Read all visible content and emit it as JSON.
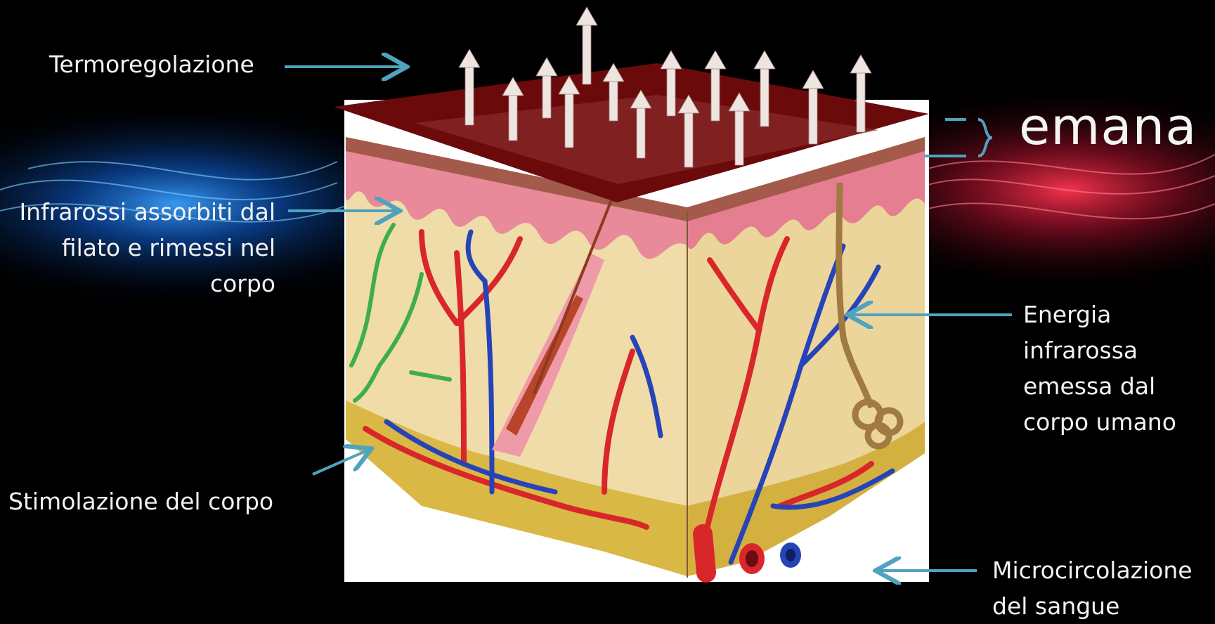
{
  "labels": {
    "termoregolazione": "Termoregolazione",
    "infrarossi": [
      "Infrarossi assorbiti dal",
      "filato e rimessi nel",
      "corpo"
    ],
    "stimolazione": "Stimolazione del corpo",
    "energia": [
      "Energia",
      "infrarossa",
      "emessa dal",
      "corpo umano"
    ],
    "microcircolazione": [
      "Microcircolazione",
      "del sangue"
    ],
    "emana": "emana"
  },
  "colors": {
    "pointer_arrow": "#4fa3bf",
    "fabric_layer": "#6b0a0a",
    "emission_arrow": "#efe5e0",
    "artery": "#d8262b",
    "vein": "#2743b8",
    "nerve": "#3fae49",
    "dermis": "#f0dca8",
    "epidermis": "#e88a9a",
    "fat": "#d9b845"
  },
  "icons": [
    "skin-cross-section",
    "heat-emission-arrows",
    "pointer-arrows",
    "brace"
  ]
}
